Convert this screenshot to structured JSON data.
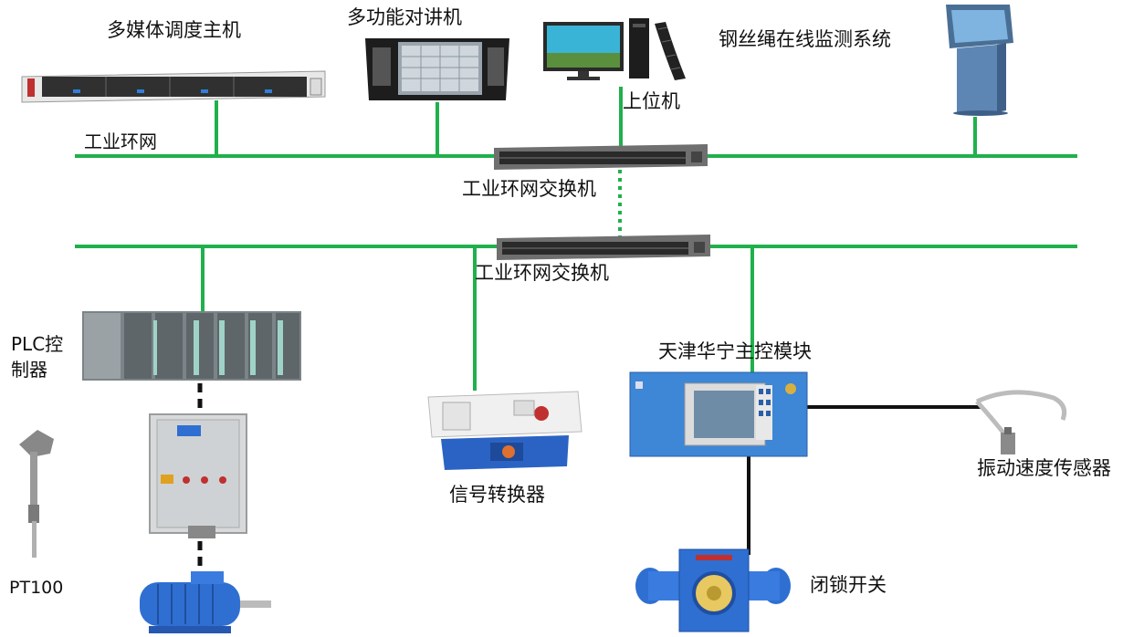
{
  "colors": {
    "network_line": "#20b04c",
    "control_line": "#111111",
    "switch_body": "#6f6f6f",
    "switch_front": "#2a2a2a",
    "server_body": "#e8e8e8",
    "server_grille": "#303030",
    "accent_blue": "#2f7fd8",
    "module_blue": "#3e86d6",
    "plc_gray": "#7b8488",
    "cabinet_gray": "#d7d9db",
    "motor_blue": "#2f6fd1",
    "converter_body": "#f0f0f0",
    "converter_base": "#2b63c4"
  },
  "labels": {
    "multimedia_host": "多媒体调度主机",
    "intercom": "多功能对讲机",
    "host_pc": "上位机",
    "rope_monitor": "钢丝绳在线监测系统",
    "ring_network_top": "工业环网",
    "switch_top": "工业环网交换机",
    "switch_bottom": "工业环网交换机",
    "plc_line1": "PLC控",
    "plc_line2": "制器",
    "pt100": "PT100",
    "signal_converter": "信号转换器",
    "main_control": "天津华宁主控模块",
    "vibration_sensor": "振动速度传感器",
    "lock_switch": "闭锁开关"
  },
  "icons": {
    "server": "rack-server-icon",
    "intercom": "intercom-console-icon",
    "pc": "desktop-computer-icon",
    "kiosk": "monitoring-kiosk-icon",
    "switch": "network-switch-icon",
    "plc": "plc-controller-icon",
    "cabinet": "explosion-proof-cabinet-icon",
    "motor": "electric-motor-icon",
    "temperature_sensor": "temperature-probe-icon",
    "converter": "signal-converter-icon",
    "control_module": "control-module-icon",
    "vibration": "vibration-sensor-icon",
    "lock": "lock-switch-icon"
  }
}
